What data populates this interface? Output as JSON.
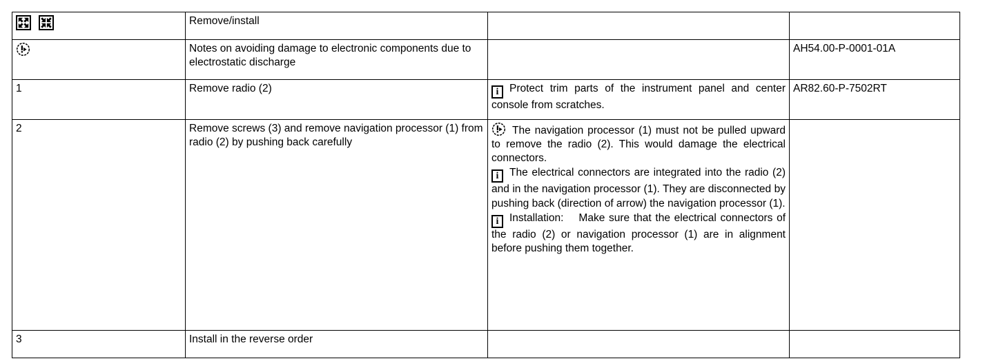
{
  "document": {
    "type": "workshop-manual-procedure-table",
    "columns": [
      "step",
      "description",
      "notes",
      "reference"
    ]
  },
  "icons": {
    "expand": "expand-arrows-icon",
    "collapse": "collapse-arrows-icon",
    "caution": "caution-damage-icon",
    "info": "info-icon",
    "info_glyph": "i"
  },
  "rows": [
    {
      "step": "",
      "step_icons": [
        "expand-arrows-icon",
        "collapse-arrows-icon"
      ],
      "description": "Remove/install",
      "notes": [],
      "reference": ""
    },
    {
      "step": "",
      "step_icons": [
        "caution-damage-icon"
      ],
      "description": "Notes on avoiding damage to electronic components due to electrostatic discharge",
      "notes": [],
      "reference": "AH54.00-P-0001-01A"
    },
    {
      "step": "1",
      "step_icons": [],
      "description": "Remove radio (2)",
      "notes": [
        {
          "icon": "info-icon",
          "text": "Protect trim parts of the instrument panel and center console from scratches."
        }
      ],
      "reference": "AR82.60-P-7502RT"
    },
    {
      "step": "2",
      "step_icons": [],
      "description": "Remove screws (3) and remove navigation processor (1) from radio (2) by pushing back carefully",
      "notes": [
        {
          "icon": "caution-damage-icon",
          "text": "The navigation  processor (1) must not be pulled upward to remove the radio (2). This would damage the electrical connectors."
        },
        {
          "icon": "info-icon",
          "text": "The electrical  connectors  are integrated into the radio (2) and in the navigation processor (1). They are disconnected by pushing back (direction of arrow) the navigation processor (1)."
        },
        {
          "icon": "info-icon",
          "label": "Installation:",
          "text": "Make sure that the electrical connectors of the radio (2) or navigation processor (1) are in alignment before pushing them together."
        }
      ],
      "reference": ""
    },
    {
      "step": "3",
      "step_icons": [],
      "description": "Install in the reverse order",
      "notes": [],
      "reference": ""
    }
  ]
}
